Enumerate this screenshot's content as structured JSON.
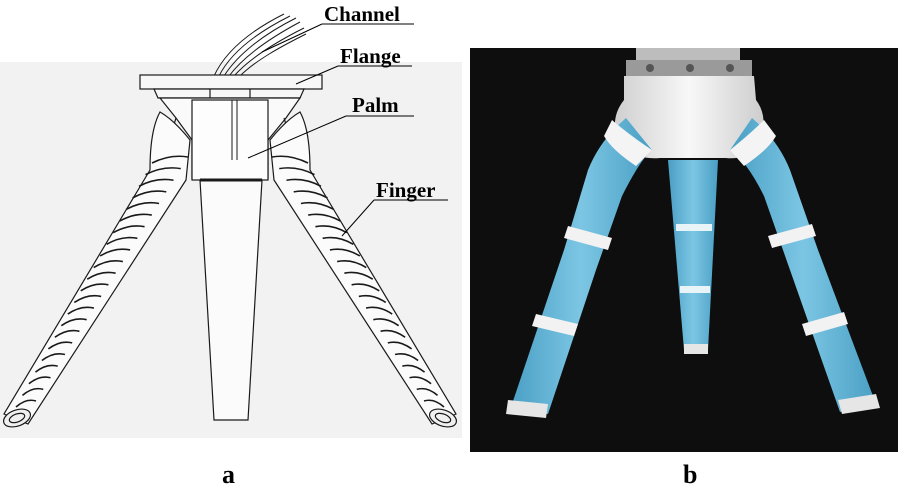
{
  "panel_a": {
    "caption": "a",
    "labels": {
      "channel": "Channel",
      "flange": "Flange",
      "palm": "Palm",
      "finger": "Finger"
    }
  },
  "panel_b": {
    "caption": "b"
  },
  "colors": {
    "drawing_bg": "#f2f2f2",
    "line": "#1a1a1a",
    "photo_bg": "#0e0e0e",
    "finger_blue": "#62b5d6",
    "palm_white": "#ebebeb"
  }
}
